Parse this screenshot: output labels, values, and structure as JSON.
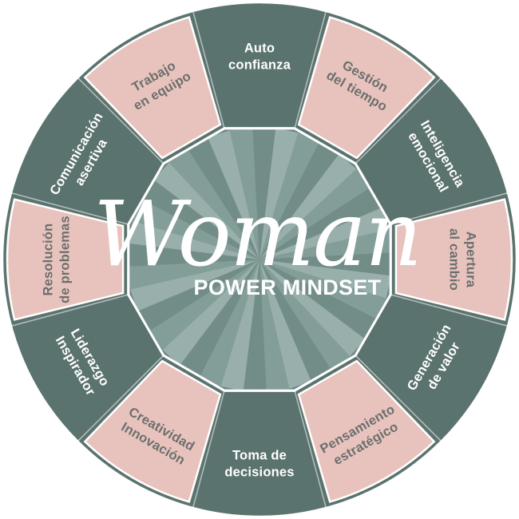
{
  "colors": {
    "ring_dark": "#5b736e",
    "ring_pink": "#e8c3bd",
    "center_light": "#9db4b0",
    "center_dark": "#6c8782",
    "label_on_dark": "#ffffff",
    "label_on_pink": "#6b6f6e"
  },
  "center": {
    "title": "Woman",
    "subtitle": "POWER MINDSET"
  },
  "segments": [
    {
      "lines": [
        "Auto",
        "confianza"
      ],
      "tone": "dark"
    },
    {
      "lines": [
        "Gestión",
        "del tiempo"
      ],
      "tone": "pink"
    },
    {
      "lines": [
        "Inteligencia",
        "emocional"
      ],
      "tone": "dark"
    },
    {
      "lines": [
        "Apertura",
        "al cambio"
      ],
      "tone": "pink"
    },
    {
      "lines": [
        "Generación",
        "de valor"
      ],
      "tone": "dark"
    },
    {
      "lines": [
        "Pensamiento",
        "estratégico"
      ],
      "tone": "pink"
    },
    {
      "lines": [
        "Toma de",
        "decisiones"
      ],
      "tone": "dark"
    },
    {
      "lines": [
        "Creatividad",
        "Innovación"
      ],
      "tone": "pink"
    },
    {
      "lines": [
        "Liderazgo",
        "Inspirador"
      ],
      "tone": "dark"
    },
    {
      "lines": [
        "Resolución",
        "de problemas"
      ],
      "tone": "pink"
    },
    {
      "lines": [
        "Comunicación",
        "asertiva"
      ],
      "tone": "dark"
    },
    {
      "lines": [
        "Trabajo",
        "en equipo"
      ],
      "tone": "pink"
    }
  ]
}
